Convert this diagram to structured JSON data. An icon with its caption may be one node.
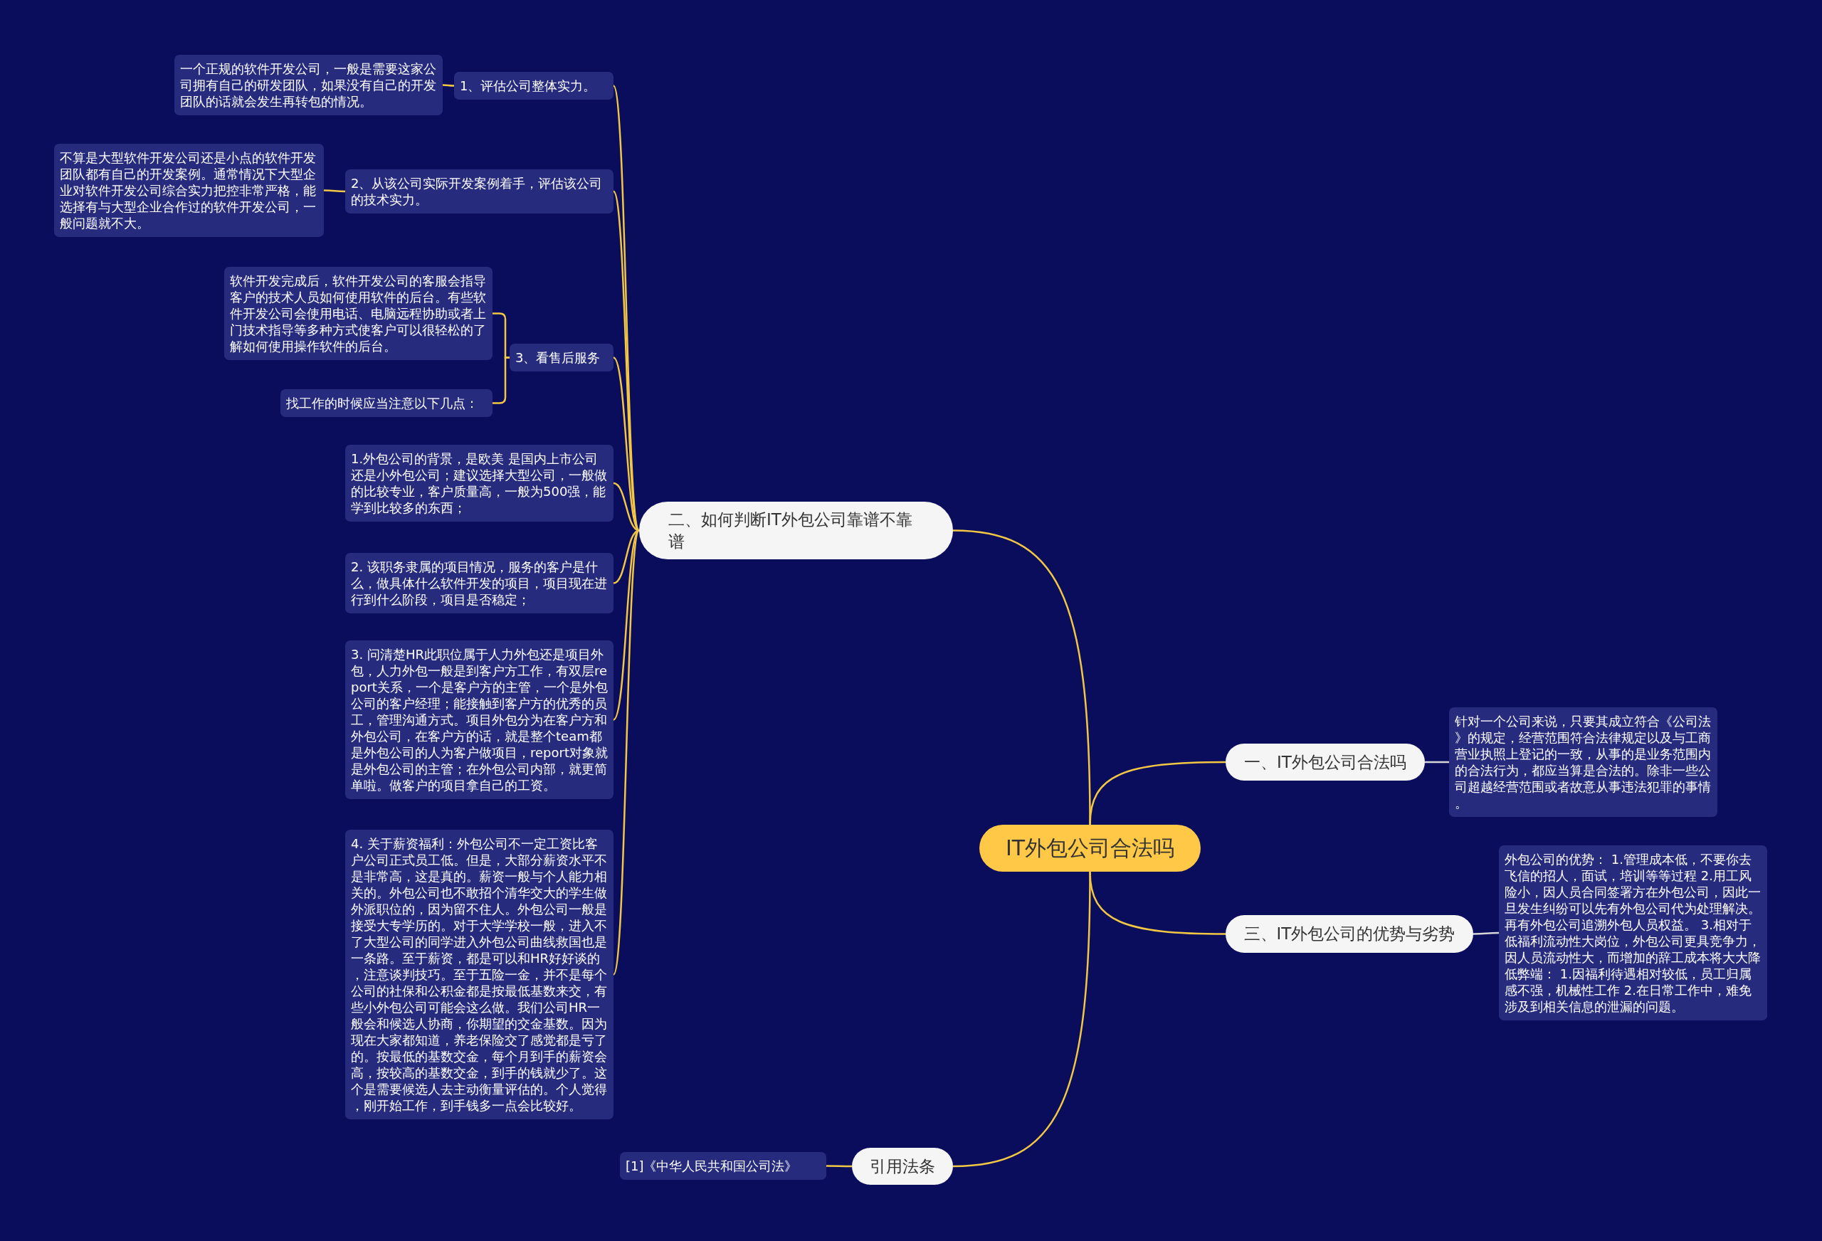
{
  "diagram": {
    "nodes": [
      {
        "text": [
          "IT外包公司合法吗"
        ]
      },
      {
        "text": [
          "二、如何判断IT外包公司靠谱不靠谱"
        ]
      },
      {
        "text": [
          "1、评估公司整体实力。"
        ]
      },
      {
        "text": [
          "一个正规的软件开发公司，一般是需要这家公司拥有自己的研发团队，如果没有自己的开发团队的话就会发生再转包的情况。"
        ]
      },
      {
        "text": [
          "2、从该公司实际开发案例着手，评估该公司的技术实力。"
        ]
      },
      {
        "text": [
          "不算是大型软件开发公司还是小点的软件开发团队都有自己的开发案例。通常情况下大型企业对软件开发公司综合实力把控非常严格，能选择有与大型企业合作过的软件开发公司，一般问题就不大。"
        ]
      },
      {
        "text": [
          "3、看售后服务"
        ]
      },
      {
        "text": [
          "软件开发完成后，软件开发公司的客服会指导客户的技术人员如何使用软件的后台。有些软件开发公司会使用电话、电脑远程协助或者上门技术指导等多种方式使客户可以很轻松的了解如何使用操作软件的后台。"
        ]
      },
      {
        "text": [
          "找工作的时候应当注意以下几点："
        ]
      },
      {
        "text": [
          "1.外包公司的背景，是欧美 是国内上市公司还是小外包公司；建议选择大型公司，一般做的比较专业，客户质量高，一般为500强，能学到比较多的东西；"
        ]
      },
      {
        "text": [
          "2. 该职务隶属的项目情况，服务的客户是什么，做具体什么软件开发的项目，项目现在进行到什么阶段，项目是否稳定；"
        ]
      },
      {
        "text": [
          "3. 问清楚HR此职位属于人力外包还是项目外包，人力外包一般是到客户方工作，有双层report关系，一个是客户方的主管，一个是外包公司的客户经理；能接触到客户方的优秀的员工，管理沟通方式。项目外包分为在客户方和外包公司，在客户方的话，就是整个team都是外包公司的人为客户做项目，report对象就是外包公司的主管；在外包公司内部，就更简单啦。做客户的项目拿自己的工资。"
        ]
      },
      {
        "text": [
          "4. 关于薪资福利：外包公司不一定工资比客户公司正式员工低。但是，大部分薪资水平不是非常高，这是真的。薪资一般与个人能力相关的。外包公司也不敢招个清华交大的学生做外派职位的，因为留不住人。外包公司一般是接受大专学历的。对于大学学校一般，进入不了大型公司的同学进入外包公司曲线救国也是一条路。至于薪资，都是可以和HR好好谈的，注意谈判技巧。至于五险一金，并不是每个公司的社保和公积金都是按最低基数来交，有些小外包公司可能会这么做。我们公司HR一般会和候选人协商，你期望的交金基数。因为现在大家都知道，养老保险交了感觉都是亏了的。按最低的基数交金，每个月到手的薪资会高，按较高的基数交金，到手的钱就少了。这个是需要候选人去主动衡量评估的。个人觉得，刚开始工作，到手钱多一点会比较好。"
        ]
      },
      {
        "text": [
          "一、IT外包公司合法吗"
        ]
      },
      {
        "text": [
          "针对一个公司来说，只要其成立符合《公司法》的规定，经营范围符合法律规定以及与工商营业执照上登记的一致，从事的是业务范围内的合法行为，都应当算是合法的。除非一些公司超越经营范围或者故意从事违法犯罪的事情。"
        ]
      },
      {
        "text": [
          "三、IT外包公司的优势与劣势"
        ]
      },
      {
        "text": [
          "外包公司的优势： 1.管理成本低，不要你去飞信的招人，面试，培训等等过程 2.用工风险小，因人员合同签署方在外包公司，因此一旦发生纠纷可以先有外包公司代为处理解决。再有外包公司追溯外包人员权益。 3.相对于低福利流动性大岗位，外包公司更具竞争力，因人员流动性大，而增加的辞工成本将大大降低弊端： 1.因福利待遇相对较低，员工归属感不强，机械性工作 2.在日常工作中，难免涉及到相关信息的泄漏的问题。"
        ]
      },
      {
        "text": [
          "引用法条"
        ]
      },
      {
        "text": [
          "[1]《中华人民共和国公司法》"
        ]
      }
    ],
    "edges": [
      {
        "from": 0,
        "to": 1,
        "arrow": "none"
      },
      {
        "from": 1,
        "to": 2,
        "arrow": "none"
      },
      {
        "from": 2,
        "to": 3,
        "arrow": "none"
      },
      {
        "from": 1,
        "to": 4,
        "arrow": "none"
      },
      {
        "from": 4,
        "to": 5,
        "arrow": "none"
      },
      {
        "from": 1,
        "to": 6,
        "arrow": "none"
      },
      {
        "from": 6,
        "to": 7,
        "arrow": "none"
      },
      {
        "from": 6,
        "to": 8,
        "arrow": "none"
      },
      {
        "from": 1,
        "to": 9,
        "arrow": "none"
      },
      {
        "from": 1,
        "to": 10,
        "arrow": "none"
      },
      {
        "from": 1,
        "to": 11,
        "arrow": "none"
      },
      {
        "from": 1,
        "to": 12,
        "arrow": "none"
      },
      {
        "from": 0,
        "to": 13,
        "arrow": "none"
      },
      {
        "from": 13,
        "to": 14,
        "arrow": "none",
        "color": "#d6d6d6"
      },
      {
        "from": 0,
        "to": 15,
        "arrow": "none"
      },
      {
        "from": 15,
        "to": 16,
        "arrow": "none",
        "color": "#d6d6d6"
      },
      {
        "from": 0,
        "to": 17,
        "arrow": "none"
      },
      {
        "from": 17,
        "to": 18,
        "arrow": "none"
      }
    ]
  }
}
